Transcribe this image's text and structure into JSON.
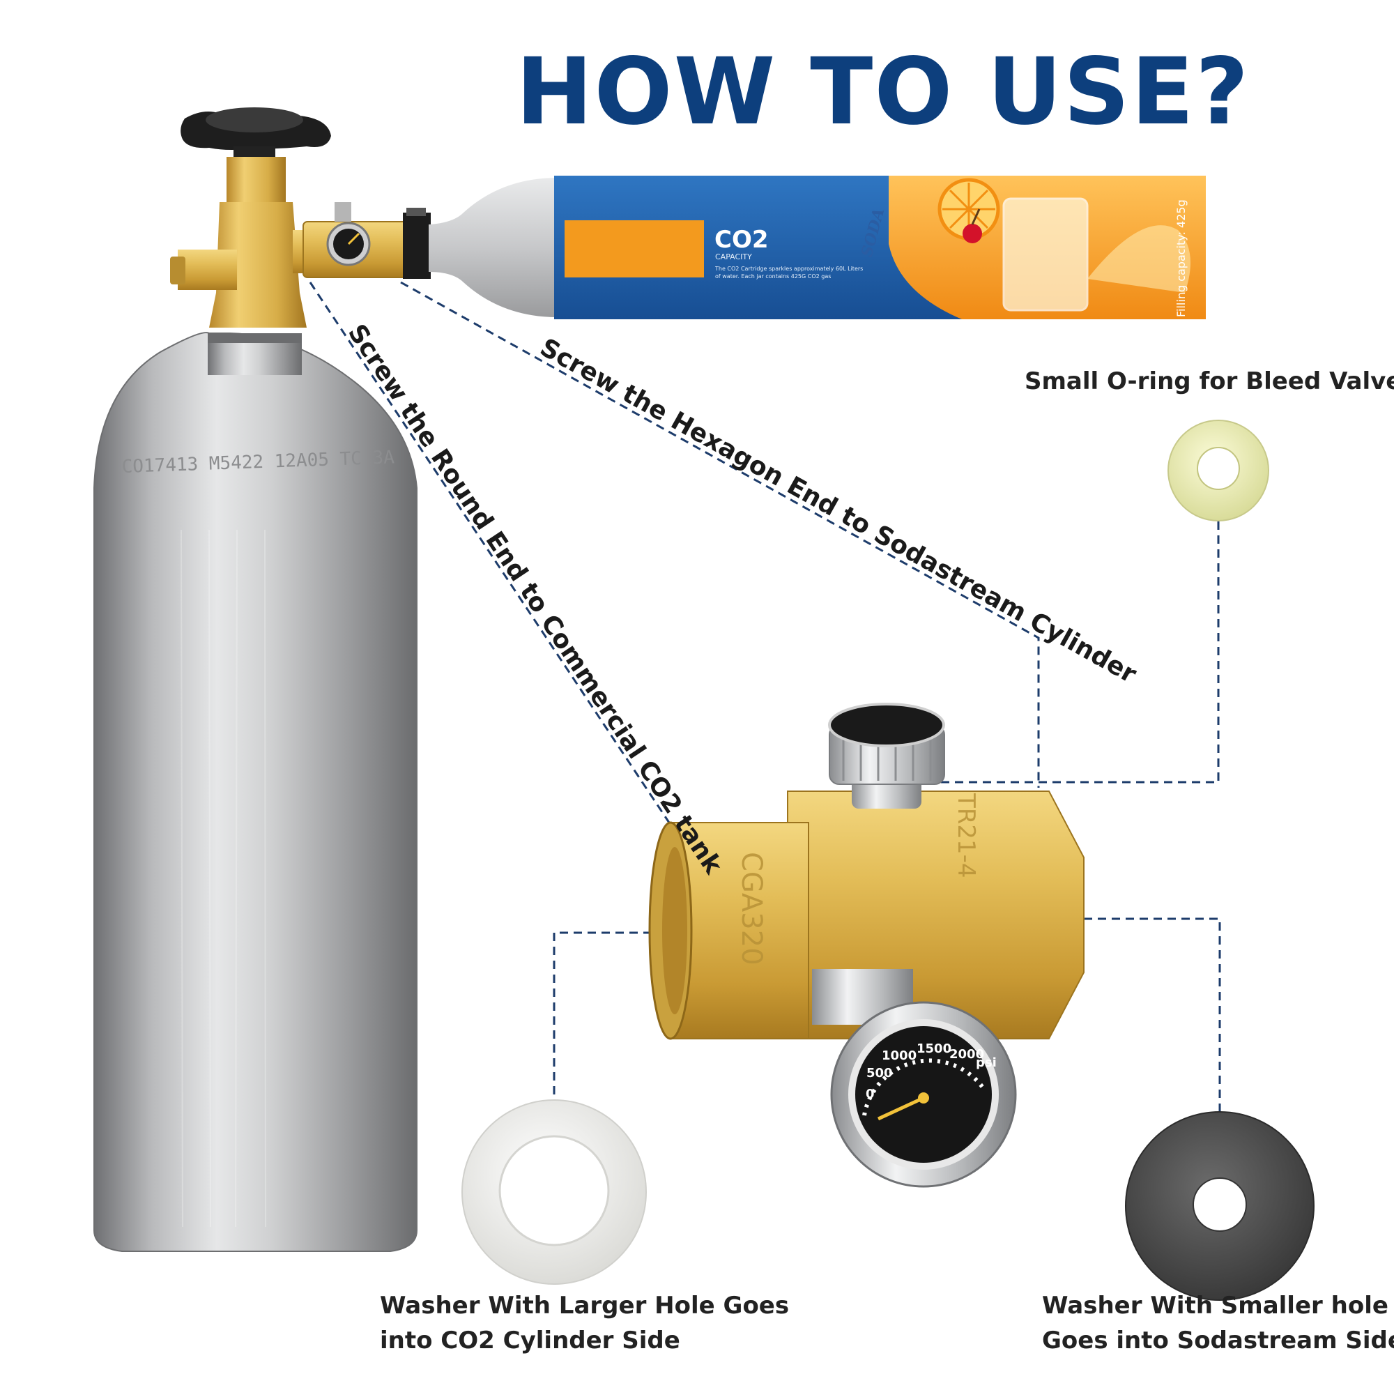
{
  "title": "HOW TO USE?",
  "instructions": {
    "round_end": "Screw the Round End to Commercial CO2 tank",
    "hexagon_end": "Screw the Hexagon End to Sodastream Cylinder"
  },
  "parts": {
    "o_ring": "Small  O-ring for Bleed Valve",
    "large_washer_line1": "Washer With Larger Hole Goes",
    "large_washer_line2": "into CO2 Cylinder Side",
    "small_washer_line1": "Washer With Smaller hole",
    "small_washer_line2": "Goes into Sodastream Side"
  },
  "tank": {
    "stamp_text": "CO17413   M5422 12A05 TC 3A",
    "cartridge_brand": "CO2",
    "cartridge_sub": "CAPACITY",
    "cartridge_desc_1": "The CO2 Cartridge sparkles approximately 60L Liters",
    "cartridge_desc_2": "of water. Each jar contains 425G CO2 gas",
    "cartridge_logo": "SODA",
    "cartridge_capacity": "Filling capacity: 425g"
  },
  "adapter": {
    "engraving_left": "CGA320",
    "engraving_right": "TR21-4",
    "gauge_ticks": [
      "0",
      "500",
      "1000",
      "1500",
      "2000",
      "psi"
    ]
  },
  "colors": {
    "title": "#0d3f7d",
    "dashed_line": "#1d3c6b",
    "brass": "#d9b24c",
    "cartridge_blue": "#1f5ea8",
    "cartridge_orange": "#f39a1e"
  }
}
